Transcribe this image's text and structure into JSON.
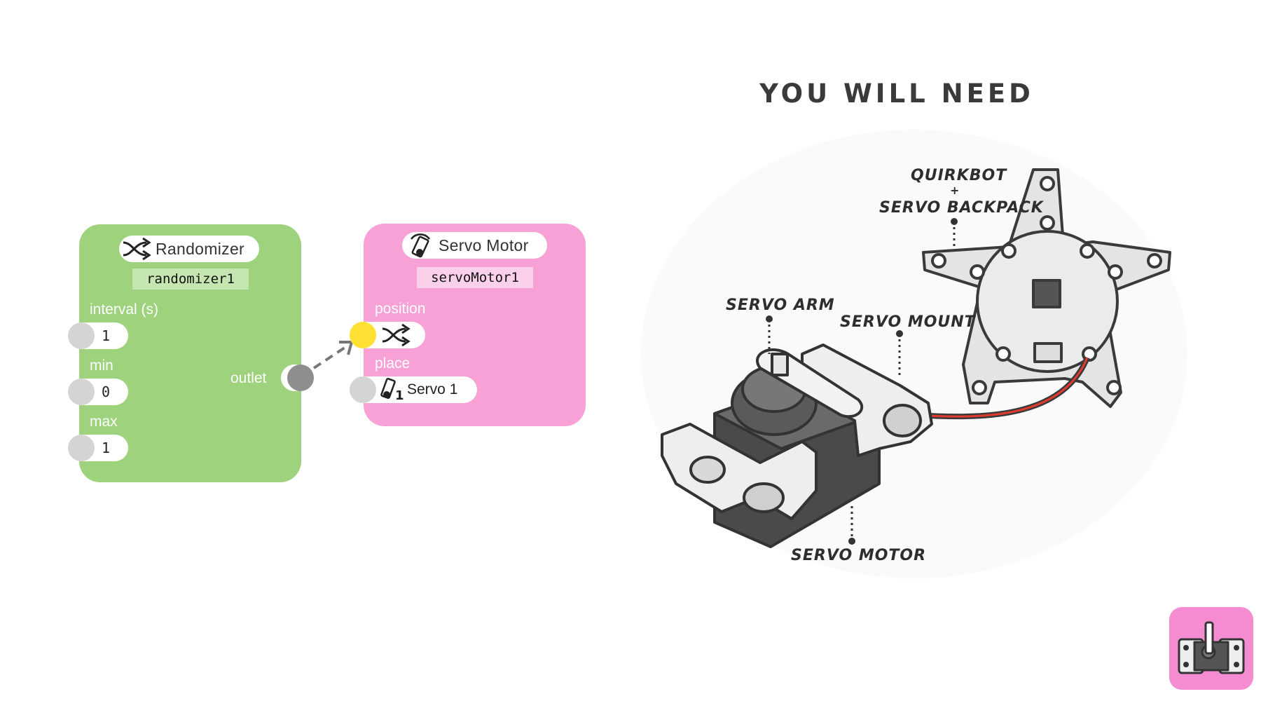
{
  "heading": "YOU WILL NEED",
  "randomizer": {
    "title": "Randomizer",
    "instance": "randomizer1",
    "inputs": [
      {
        "label": "interval (s)",
        "value": "1"
      },
      {
        "label": "min",
        "value": "0"
      },
      {
        "label": "max",
        "value": "1"
      }
    ],
    "output_label": "outlet"
  },
  "servo_node": {
    "title": "Servo Motor",
    "instance": "servoMotor1",
    "position_label": "position",
    "place_label": "place",
    "place_value": "Servo 1"
  },
  "callouts": {
    "quirkbot_line1": "QUIRKBOT",
    "quirkbot_plus": "+",
    "quirkbot_line2": "SERVO BACKPACK",
    "servo_arm": "SERVO ARM",
    "servo_mount": "SERVO MOUNT",
    "servo_motor": "SERVO MOTOR"
  },
  "colors": {
    "randomizer_node": "#9fd27d",
    "servo_node": "#f7a1d6",
    "active_port": "#ffe033",
    "badge": "#f58bd0"
  },
  "icons": [
    "shuffle-icon",
    "servo-motor-icon",
    "servo-place-icon",
    "servo-badge-icon"
  ]
}
